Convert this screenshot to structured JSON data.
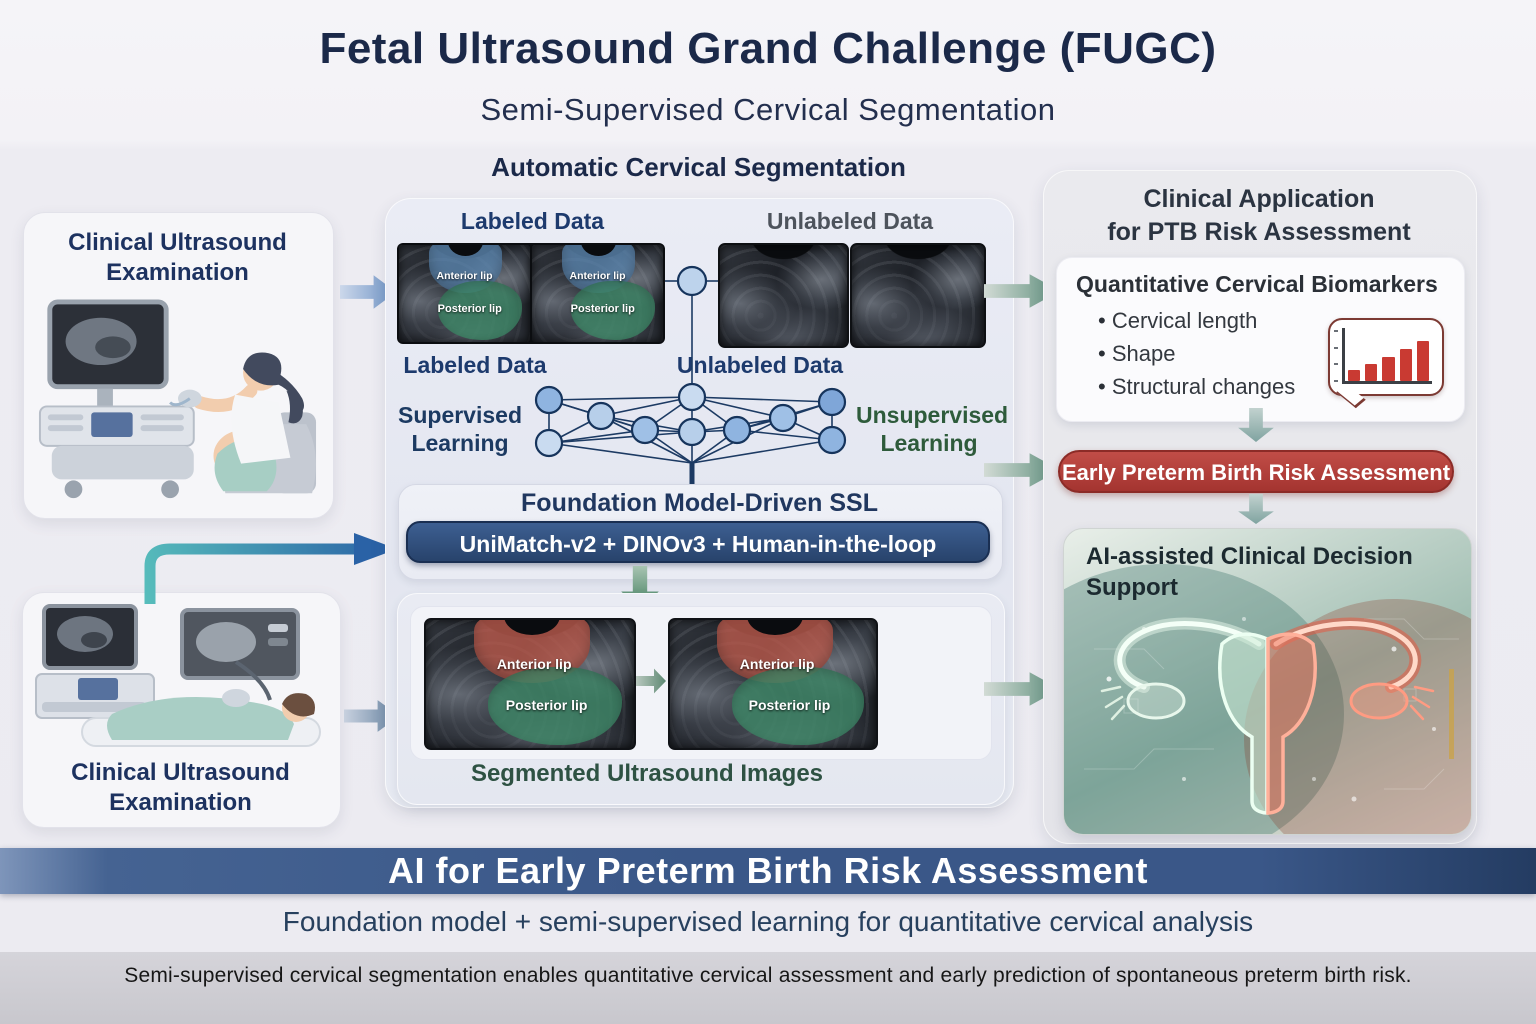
{
  "page": {
    "title": "Fetal Ultrasound Grand Challenge (FUGC)",
    "subtitle": "Semi-Supervised Cervical Segmentation"
  },
  "left": {
    "top_panel": {
      "title_line1": "Clinical Ultrasound",
      "title_line2": "Examination"
    },
    "bottom_panel": {
      "caption_line1": "Clinical Ultrasound",
      "caption_line2": "Examination"
    }
  },
  "center": {
    "header": "Automatic Cervical Segmentation",
    "labeled": {
      "title": "Labeled Data",
      "caption": "Labeled Data",
      "anterior_label": "Anterior lip",
      "posterior_label": "Posterior lip"
    },
    "unlabeled": {
      "title": "Unlabeled Data",
      "caption": "Unlabeled Data"
    },
    "supervised_label": "Supervised Learning",
    "unsupervised_label": "Unsupervised Learning",
    "foundation": {
      "title": "Foundation Model-Driven SSL",
      "pill": "UniMatch-v2 + DINOv3 + Human-in-the-loop"
    },
    "segmented": {
      "caption": "Segmented Ultrasound Images",
      "anterior_label": "Anterior lip",
      "posterior_label": "Posterior lip"
    }
  },
  "right": {
    "header_line1": "Clinical Application",
    "header_line2": "for PTB Risk Assessment",
    "biomarkers": {
      "title": "Quantitative Cervical Biomarkers",
      "items": [
        "Cervical length",
        "Shape",
        "Structural changes"
      ],
      "icon": {
        "name": "bar-chart-bubble-icon",
        "bars": [
          20,
          32,
          46,
          60,
          76
        ],
        "bar_color": "#c93a32"
      }
    },
    "risk_pill": "Early Preterm Birth Risk Assessment",
    "ai_card": {
      "title_line1": "AI-assisted Clinical Decision",
      "title_line2": "Support"
    }
  },
  "footer": {
    "banner": "AI for Early Preterm Birth Risk Assessment",
    "subtitle": "Foundation model + semi-supervised learning for quantitative cervical analysis",
    "note": "Semi-supervised cervical segmentation enables quantitative cervical assessment and early prediction of spontaneous preterm birth risk."
  },
  "colors": {
    "title_navy": "#1b2949",
    "unsupervised_green": "#2e5b3b",
    "segmented_green": "#2e5243",
    "pill_navy": "#2c4a78",
    "risk_red": "#b23e3a",
    "banner_navy": "#3a5788",
    "anterior_blue": "rgba(93,137,179,0.78)",
    "anterior_red": "rgba(187,91,78,0.80)",
    "posterior_green": "rgba(63,138,105,0.78)"
  }
}
